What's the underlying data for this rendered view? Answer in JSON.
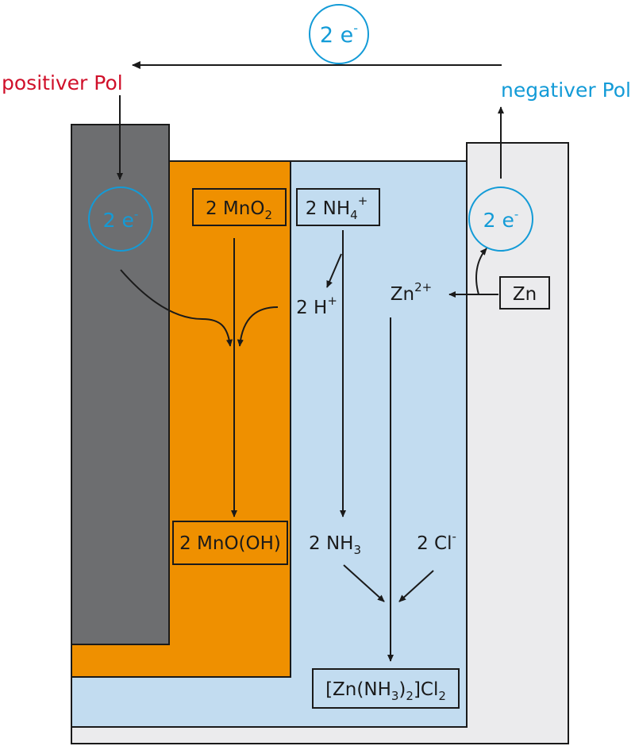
{
  "poles": {
    "positive": "positiver Pol",
    "negative": "negativer Pol"
  },
  "electrons": {
    "coefficient": "2 e",
    "charge": "-"
  },
  "reactants": {
    "mno2": {
      "main": "2 MnO",
      "sub": "2"
    },
    "nh4": {
      "main": "2 NH",
      "sub": "4",
      "sup": "+"
    },
    "zn": "Zn"
  },
  "intermediates": {
    "h_plus": {
      "main": "2 H",
      "sup": "+"
    },
    "zn_ion": {
      "main": "Zn",
      "sup": "2+"
    }
  },
  "products": {
    "mnooh": "2 MnO(OH)",
    "nh3": {
      "main": "2 NH",
      "sub": "3"
    },
    "cl": {
      "main": "2 Cl",
      "sup": "-"
    },
    "complex": {
      "part1": "[Zn(NH",
      "sub1": "3",
      "part2": ")",
      "sub2": "2",
      "part3": "]Cl",
      "sub3": "2"
    }
  },
  "colors": {
    "positive": "#d0102a",
    "negative": "#139bd7",
    "carbon_rod": "#6d6e70",
    "manganese_dioxide": "#ef9000",
    "electrolyte": "#c2dcf0",
    "zinc_can": "#ebebed",
    "outline": "#1a1a1a"
  }
}
